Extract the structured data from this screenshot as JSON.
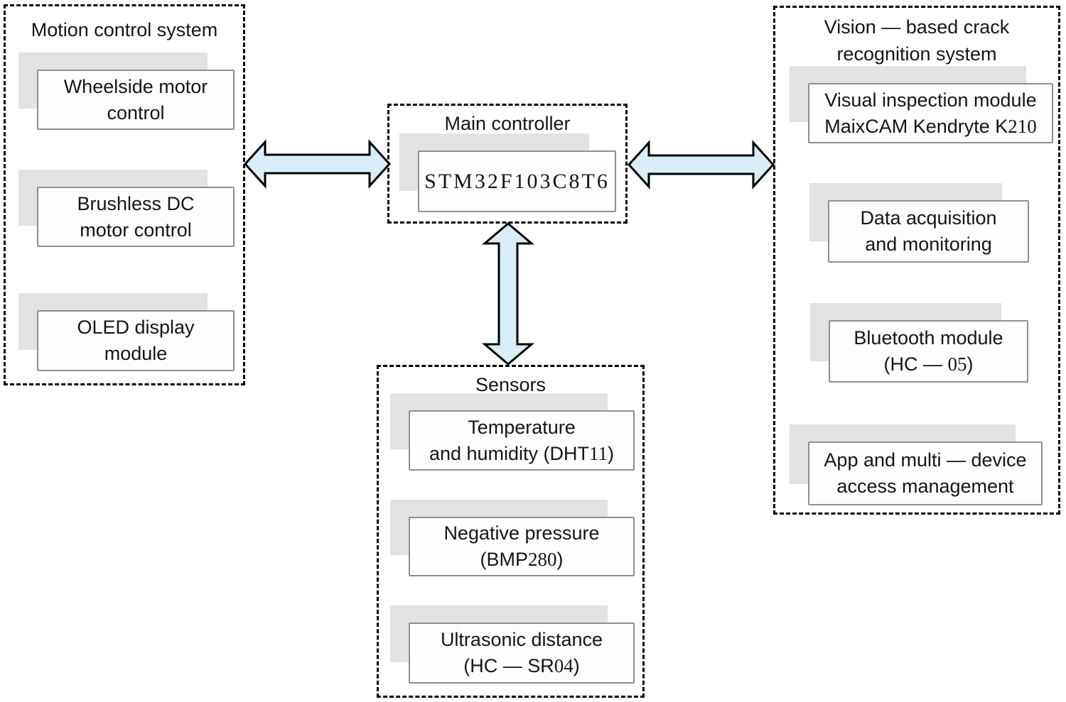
{
  "colors": {
    "background": "#ffffff",
    "text": "#151515",
    "dashed_border": "#000000",
    "box_border": "#8f8f8f",
    "box_fill": "#fdfdfd",
    "shadow": "#e2e2e2",
    "arrow_fill": "#d9edf6",
    "arrow_stroke": "#000000"
  },
  "groups": {
    "motion": {
      "title": "Motion control system",
      "items": [
        {
          "lines": [
            [
              {
                "t": "Wheelside motor"
              }
            ],
            [
              {
                "t": "control"
              }
            ]
          ]
        },
        {
          "lines": [
            [
              {
                "t": "Brushless DC"
              }
            ],
            [
              {
                "t": "motor control"
              }
            ]
          ]
        },
        {
          "lines": [
            [
              {
                "t": "OLED display"
              }
            ],
            [
              {
                "t": "module"
              }
            ]
          ]
        }
      ]
    },
    "main_controller": {
      "title": "Main controller",
      "chip": {
        "lines": [
          [
            {
              "t": "STM32F103C8T6",
              "f": "serif"
            }
          ]
        ]
      }
    },
    "sensors": {
      "title": "Sensors",
      "items": [
        {
          "lines": [
            [
              {
                "t": "Temperature"
              }
            ],
            [
              {
                "t": "and humidity (DHT"
              },
              {
                "t": "11",
                "f": "serif"
              },
              {
                "t": ")"
              }
            ]
          ]
        },
        {
          "lines": [
            [
              {
                "t": "Negative pressure"
              }
            ],
            [
              {
                "t": "(BMP"
              },
              {
                "t": "280",
                "f": "serif"
              },
              {
                "t": ")"
              }
            ]
          ]
        },
        {
          "lines": [
            [
              {
                "t": "Ultrasonic distance"
              }
            ],
            [
              {
                "t": "(HC — SR"
              },
              {
                "t": "04",
                "f": "serif"
              },
              {
                "t": ")"
              }
            ]
          ]
        }
      ]
    },
    "vision": {
      "title_line1": "Vision — based crack",
      "title_line2": "recognition system",
      "items": [
        {
          "lines": [
            [
              {
                "t": "Visual inspection module"
              }
            ],
            [
              {
                "t": "MaixCAM Kendryte K"
              },
              {
                "t": "210",
                "f": "serif"
              }
            ]
          ]
        },
        {
          "lines": [
            [
              {
                "t": "Data acquisition"
              }
            ],
            [
              {
                "t": "and monitoring"
              }
            ]
          ]
        },
        {
          "lines": [
            [
              {
                "t": "Bluetooth module"
              }
            ],
            [
              {
                "t": "(HC — "
              },
              {
                "t": "05",
                "f": "serif"
              },
              {
                "t": ")"
              }
            ]
          ]
        },
        {
          "lines": [
            [
              {
                "t": "App and multi — device"
              }
            ],
            [
              {
                "t": "access management"
              }
            ]
          ]
        }
      ]
    }
  }
}
